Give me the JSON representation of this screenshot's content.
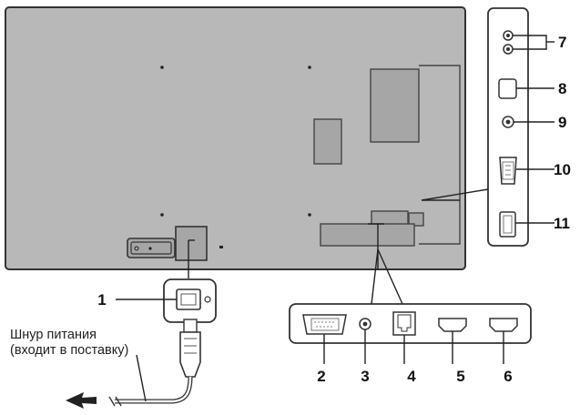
{
  "callouts": {
    "c1": "1",
    "c2": "2",
    "c3": "3",
    "c4": "4",
    "c5": "5",
    "c6": "6",
    "c7": "7",
    "c8": "8",
    "c9": "9",
    "c10": "10",
    "c11": "11"
  },
  "power_cord_caption": {
    "line1": "Шнур питания",
    "line2": "(входит в поставку)"
  },
  "colors": {
    "panel": "#b8b8b8",
    "outline": "#333333",
    "line": "#222222"
  }
}
